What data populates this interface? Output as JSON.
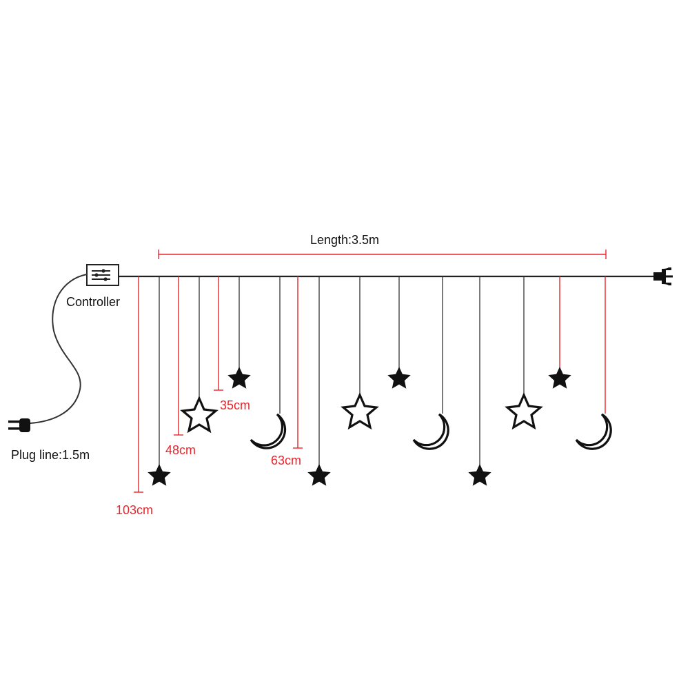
{
  "labels": {
    "length": "Length:3.5m",
    "controller": "Controller",
    "plug_line": "Plug line:1.5m"
  },
  "dimensions": {
    "d35": "35cm",
    "d48": "48cm",
    "d63": "63cm",
    "d103": "103cm"
  },
  "pendants": [
    "star",
    "star-outline",
    "star",
    "moon",
    "star",
    "star-outline",
    "star",
    "moon",
    "star",
    "star-outline",
    "star",
    "moon"
  ],
  "colors": {
    "line": "#333333",
    "dimension": "#e8262c",
    "text": "#111111"
  }
}
